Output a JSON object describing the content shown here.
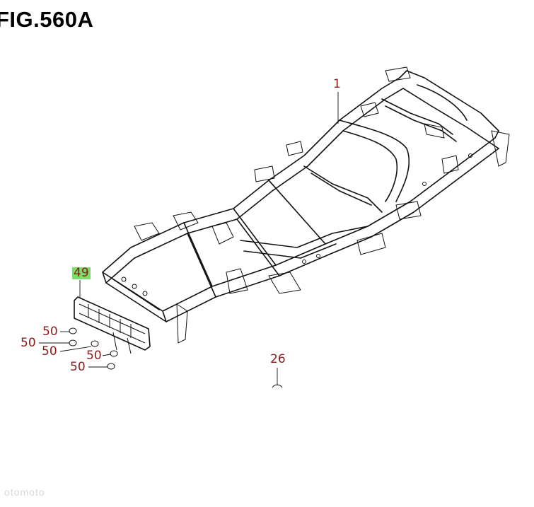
{
  "figure": {
    "title": "FIG.560A"
  },
  "callouts": {
    "frame": "1",
    "bracket": "49",
    "clip_a": "50",
    "clip_b": "50",
    "clip_c": "50",
    "clip_d": "50",
    "clip_e": "50",
    "part_26": "26"
  },
  "colors": {
    "callout_text": "#8b1a1a",
    "highlight": "#7cdc6a",
    "line": "#111111"
  },
  "watermark": "otomoto"
}
